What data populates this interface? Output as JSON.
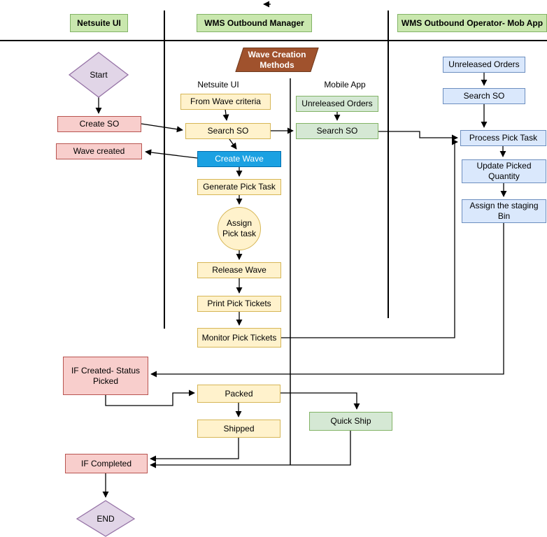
{
  "lanes": {
    "netsuite": "Netsuite UI",
    "manager": "WMS Outbound Manager",
    "operator": "WMS Outbound Operator- Mob App"
  },
  "column_labels": {
    "netsuite_ui": "Netsuite UI",
    "mobile_app": "Mobile App"
  },
  "nodes": {
    "start": "Start",
    "create_so": "Create SO",
    "wave_created": "Wave created",
    "wave_creation_methods": "Wave Creation Methods",
    "from_wave_criteria": "From Wave criteria",
    "search_so_netsuite": "Search SO",
    "unreleased_orders_mobile": "Unreleased Orders",
    "search_so_mobile": "Search SO",
    "create_wave": "Create Wave",
    "generate_pick_task": "Generate Pick Task",
    "assign_pick_task": "Assign Pick task",
    "release_wave": "Release Wave",
    "print_pick_tickets": "Print Pick Tickets",
    "monitor_pick_tickets": "Monitor Pick Tickets",
    "unreleased_orders_operator": "Unreleased Orders",
    "search_so_operator": "Search SO",
    "process_pick_task": "Process Pick Task",
    "update_picked_quantity": "Update Picked Quantity",
    "assign_staging_bin": "Assign the staging Bin",
    "if_created_status_picked": "IF Created- Status Picked",
    "packed": "Packed",
    "shipped": "Shipped",
    "quick_ship": "Quick Ship",
    "if_completed": "IF Completed",
    "end": "END"
  },
  "colors": {
    "lane_header_fill": "#c9e7ae",
    "lane_header_border": "#82b366",
    "purple_fill": "#e1d5e7",
    "purple_border": "#9673a6",
    "pink_fill": "#f8cecc",
    "pink_border": "#b85450",
    "yellow_fill": "#fff2cc",
    "yellow_border": "#d6b656",
    "green_fill": "#d5e8d4",
    "green_border": "#82b366",
    "lightblue_fill": "#dae8fc",
    "lightblue_border": "#6c8ebf",
    "blue_fill": "#1ba1e2",
    "blue_border": "#006eaf",
    "brown_fill": "#a0522d",
    "brown_border": "#6d3a1f",
    "line_color": "#000000"
  },
  "edges": [
    {
      "from": "start",
      "to": "create_so"
    },
    {
      "from": "create_so",
      "to": "search_so_netsuite"
    },
    {
      "from": "from_wave_criteria",
      "to": "search_so_netsuite"
    },
    {
      "from": "search_so_netsuite",
      "to": "search_so_mobile"
    },
    {
      "from": "unreleased_orders_mobile",
      "to": "search_so_mobile"
    },
    {
      "from": "search_so_netsuite",
      "to": "create_wave"
    },
    {
      "from": "create_wave",
      "to": "wave_created"
    },
    {
      "from": "create_wave",
      "to": "generate_pick_task"
    },
    {
      "from": "generate_pick_task",
      "to": "assign_pick_task"
    },
    {
      "from": "assign_pick_task",
      "to": "release_wave"
    },
    {
      "from": "release_wave",
      "to": "print_pick_tickets"
    },
    {
      "from": "print_pick_tickets",
      "to": "monitor_pick_tickets"
    },
    {
      "from": "unreleased_orders_operator",
      "to": "search_so_operator"
    },
    {
      "from": "search_so_operator",
      "to": "process_pick_task"
    },
    {
      "from": "search_so_mobile",
      "to": "process_pick_task"
    },
    {
      "from": "monitor_pick_tickets",
      "to": "process_pick_task"
    },
    {
      "from": "process_pick_task",
      "to": "update_picked_quantity"
    },
    {
      "from": "update_picked_quantity",
      "to": "assign_staging_bin"
    },
    {
      "from": "assign_staging_bin",
      "to": "if_created_status_picked"
    },
    {
      "from": "if_created_status_picked",
      "to": "packed"
    },
    {
      "from": "packed",
      "to": "shipped"
    },
    {
      "from": "packed",
      "to": "quick_ship"
    },
    {
      "from": "shipped",
      "to": "if_completed"
    },
    {
      "from": "quick_ship",
      "to": "if_completed"
    },
    {
      "from": "if_completed",
      "to": "end"
    }
  ]
}
